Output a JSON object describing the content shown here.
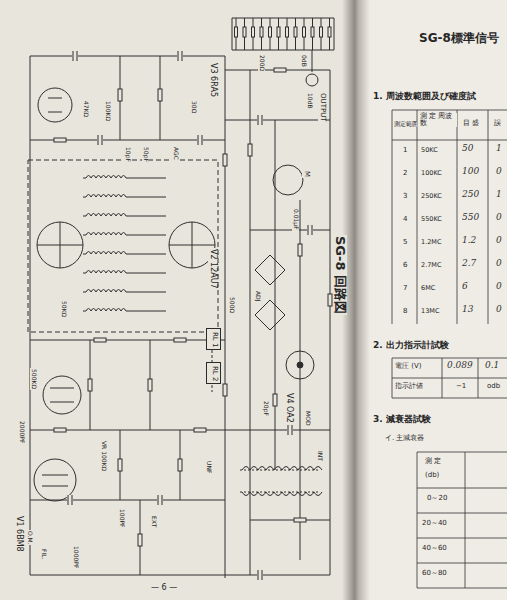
{
  "diagram": {
    "title": "SG-8 回路図",
    "nodes": [
      {
        "text": [
          "RL 1"
        ]
      },
      {
        "text": [
          "RL 2"
        ]
      }
    ],
    "labels": [
      "SG-8 回路図",
      "V3 6RA5",
      "V2 12AU7",
      "V1 6BM8",
      "V4 OA2",
      "OUTPUT",
      "10dB",
      "0dB",
      "500Ω",
      "100KΩ",
      "2000PF",
      "0.01μF",
      "10pF",
      "50pF",
      "47KΩ",
      "500KΩ",
      "VR 100KΩ",
      "ADJ",
      "AGC",
      "MOD",
      "INT",
      "EXT",
      "FIL.",
      "O.M.",
      "1000PF",
      "20pF",
      "30Ω",
      "UNF",
      "50KΩ",
      "200Ω",
      "M",
      "100PF",
      "— 6 —",
      "SG-8標準信号",
      "1. 周波数範囲及び確度試",
      "測定範囲",
      "測 定 周波数",
      "目 盛",
      "誤",
      "1",
      "2",
      "3",
      "4",
      "5",
      "6",
      "7",
      "8",
      "50KC",
      "100KC",
      "250KC",
      "550KC",
      "1.2MC",
      "2.7MC",
      "6MC",
      "13MC",
      "50",
      "100",
      "250",
      "550",
      "1.2",
      "2.7",
      "6",
      "13",
      "1",
      "0",
      "1",
      "0",
      "0",
      "0",
      "0",
      "0",
      "2. 出力指示計試験",
      "電圧 (V)",
      "0.089",
      "0.1",
      "指示計値",
      "−1",
      "odb",
      "3. 減衰器試験",
      "イ. 主減衰器",
      "測 定",
      "(db)",
      "0～20",
      "20～40",
      "40～60",
      "60～80"
    ]
  }
}
